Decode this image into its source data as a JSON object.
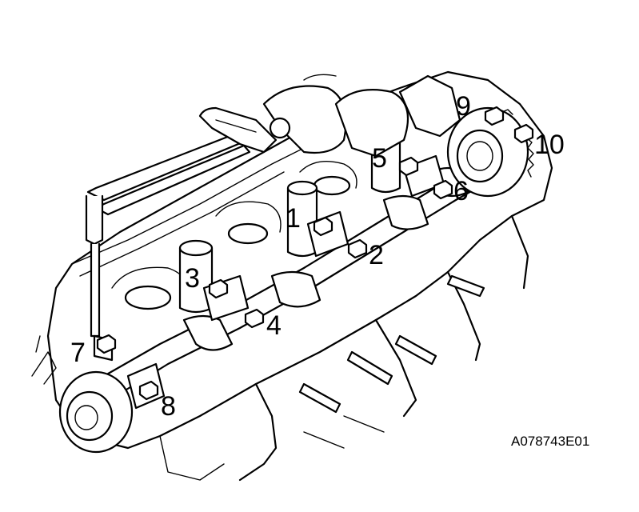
{
  "diagram": {
    "callouts": [
      {
        "id": "1",
        "label": "1"
      },
      {
        "id": "2",
        "label": "2"
      },
      {
        "id": "3",
        "label": "3"
      },
      {
        "id": "4",
        "label": "4"
      },
      {
        "id": "5",
        "label": "5"
      },
      {
        "id": "6",
        "label": "6"
      },
      {
        "id": "7",
        "label": "7"
      },
      {
        "id": "8",
        "label": "8"
      },
      {
        "id": "9",
        "label": "9"
      },
      {
        "id": "10",
        "label": "10"
      }
    ],
    "figure_code": "A078743E01"
  }
}
